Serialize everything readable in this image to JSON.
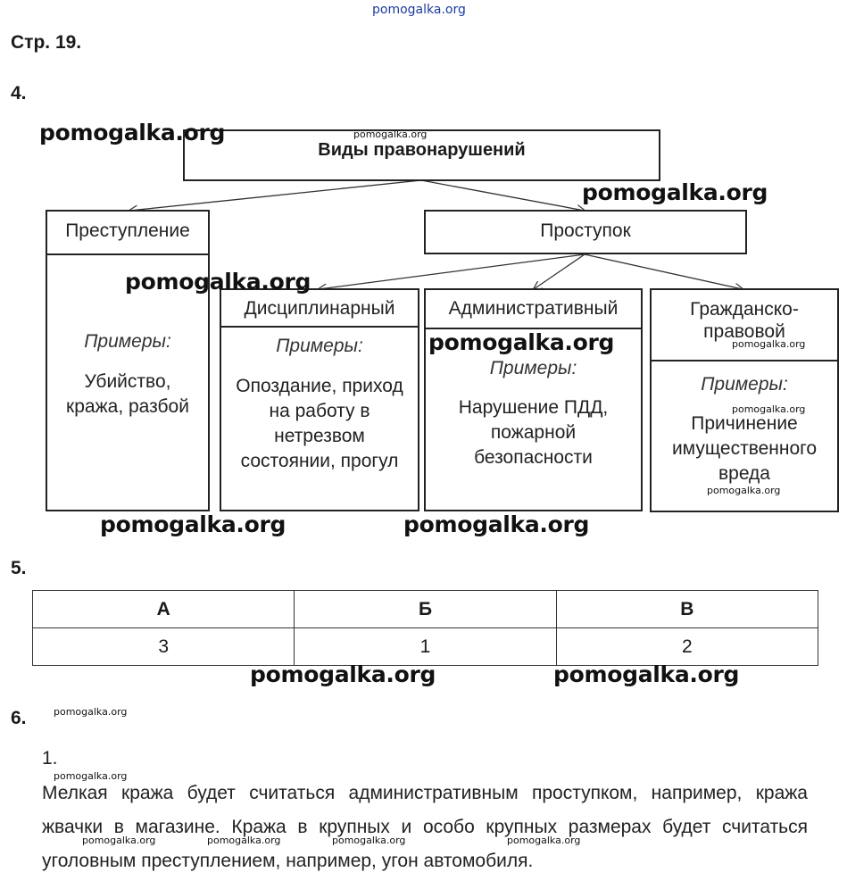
{
  "site_watermark": "pomogalka.org",
  "page_ref": "Стр. 19.",
  "q4": {
    "number": "4.",
    "root": "Виды правонарушений",
    "crime": {
      "title": "Преступление",
      "examples_label": "Примеры:",
      "examples": "Убийство, кража, разбой"
    },
    "offense": {
      "title": "Проступок"
    },
    "subtypes": [
      {
        "title": "Дисциплинарный",
        "examples_label": "Примеры:",
        "examples": "Опоздание, приход на работу в нетрезвом состоянии, прогул"
      },
      {
        "title": "Административный",
        "examples_label": "Примеры:",
        "examples": "Нарушение ПДД, пожарной безопасности"
      },
      {
        "title": "Гражданско-правовой",
        "examples_label": "Примеры:",
        "examples": "Причинение имущественного вреда"
      }
    ]
  },
  "q5": {
    "number": "5.",
    "headers": [
      "А",
      "Б",
      "В"
    ],
    "values": [
      "3",
      "1",
      "2"
    ]
  },
  "q6": {
    "number": "6.",
    "item_number": "1.",
    "text": "Мелкая кража будет считаться административным проступком, например, кража жвачки в магазине. Кража в крупных и особо крупных размерах будет считаться уголовным преступлением, например, угон автомобиля."
  }
}
